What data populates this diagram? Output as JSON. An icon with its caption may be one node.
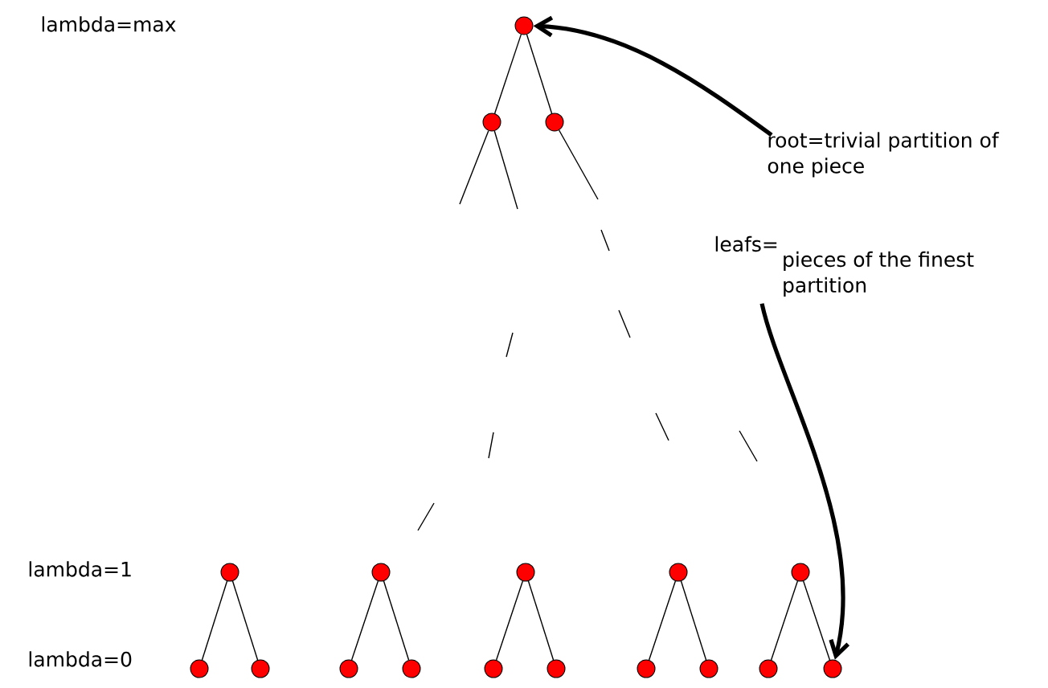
{
  "diagram": {
    "nodes": [
      {
        "text": [],
        "shape": "circle"
      },
      {
        "text": [],
        "shape": "circle"
      },
      {
        "text": [],
        "shape": "circle"
      },
      {
        "text": [
          "root=trivial partition of one piece"
        ]
      },
      {
        "text": [
          "leafs=",
          "pieces of the finest partition"
        ]
      },
      {
        "text": [],
        "shape": "circle"
      },
      {
        "text": [],
        "shape": "circle"
      },
      {
        "text": [],
        "shape": "circle"
      },
      {
        "text": [],
        "shape": "circle"
      },
      {
        "text": [],
        "shape": "circle"
      },
      {
        "text": [],
        "shape": "circle"
      },
      {
        "text": [],
        "shape": "circle"
      },
      {
        "text": [],
        "shape": "circle"
      },
      {
        "text": [],
        "shape": "circle"
      },
      {
        "text": [],
        "shape": "circle"
      },
      {
        "text": [],
        "shape": "circle"
      },
      {
        "text": [],
        "shape": "circle"
      },
      {
        "text": [],
        "shape": "circle"
      },
      {
        "text": [],
        "shape": "circle"
      },
      {
        "text": [],
        "shape": "circle"
      }
    ],
    "edges": [
      {
        "from": 0,
        "to": 1,
        "arrow": "none"
      },
      {
        "from": 0,
        "to": 2,
        "arrow": "none"
      },
      {
        "from": 1,
        "to": null,
        "arrow": "none"
      },
      {
        "from": 1,
        "to": null,
        "arrow": "none"
      },
      {
        "from": 2,
        "to": null,
        "arrow": "none"
      },
      {
        "from": 5,
        "to": 10,
        "arrow": "none"
      },
      {
        "from": 5,
        "to": 11,
        "arrow": "none"
      },
      {
        "from": 6,
        "to": 12,
        "arrow": "none"
      },
      {
        "from": 6,
        "to": 13,
        "arrow": "none"
      },
      {
        "from": 7,
        "to": 14,
        "arrow": "none"
      },
      {
        "from": 7,
        "to": 15,
        "arrow": "none"
      },
      {
        "from": 8,
        "to": 16,
        "arrow": "none"
      },
      {
        "from": 8,
        "to": 17,
        "arrow": "none"
      },
      {
        "from": 9,
        "to": 18,
        "arrow": "none"
      },
      {
        "from": 9,
        "to": 19,
        "arrow": "none"
      },
      {
        "from": 3,
        "to": 0,
        "arrow": "to",
        "style": "thick"
      },
      {
        "from": 4,
        "to": 19,
        "arrow": "to",
        "style": "thick"
      }
    ],
    "labels": [
      "lambda=max",
      "lambda=1",
      "lambda=0"
    ]
  }
}
